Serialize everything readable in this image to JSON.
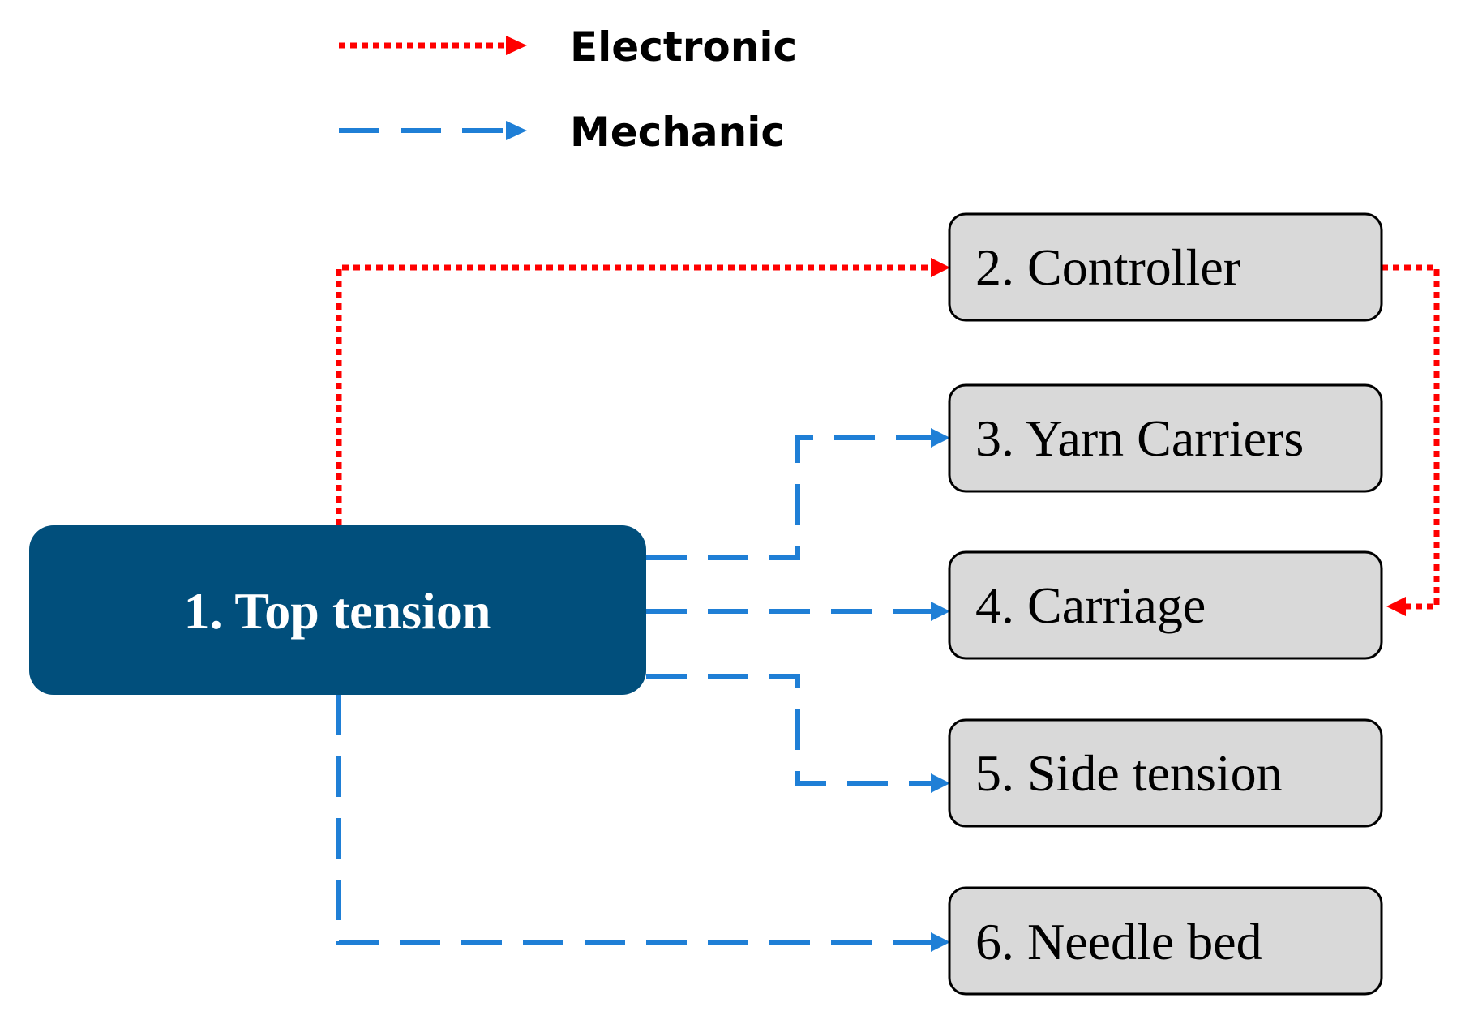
{
  "legend": {
    "electronic_label": "Electronic",
    "mechanic_label": "Mechanic"
  },
  "nodes": {
    "top_tension": "1. Top tension",
    "controller": "2. Controller",
    "yarn_carriers": "3. Yarn Carriers",
    "carriage": "4. Carriage",
    "side_tension": "5. Side tension",
    "needle_bed": "6. Needle bed"
  },
  "connections": [
    {
      "from": "1. Top tension",
      "to": "2. Controller",
      "type": "Electronic"
    },
    {
      "from": "2. Controller",
      "to": "4. Carriage",
      "type": "Electronic"
    },
    {
      "from": "1. Top tension",
      "to": "3. Yarn Carriers",
      "type": "Mechanic"
    },
    {
      "from": "1. Top tension",
      "to": "4. Carriage",
      "type": "Mechanic"
    },
    {
      "from": "1. Top tension",
      "to": "5. Side tension",
      "type": "Mechanic"
    },
    {
      "from": "1. Top tension",
      "to": "6. Needle bed",
      "type": "Mechanic"
    }
  ],
  "colors": {
    "electronic": "#ff0000",
    "mechanic": "#1f7fd6",
    "main_node_fill": "#014f7c",
    "node_fill": "#d9d9d9",
    "node_border": "#000000"
  }
}
